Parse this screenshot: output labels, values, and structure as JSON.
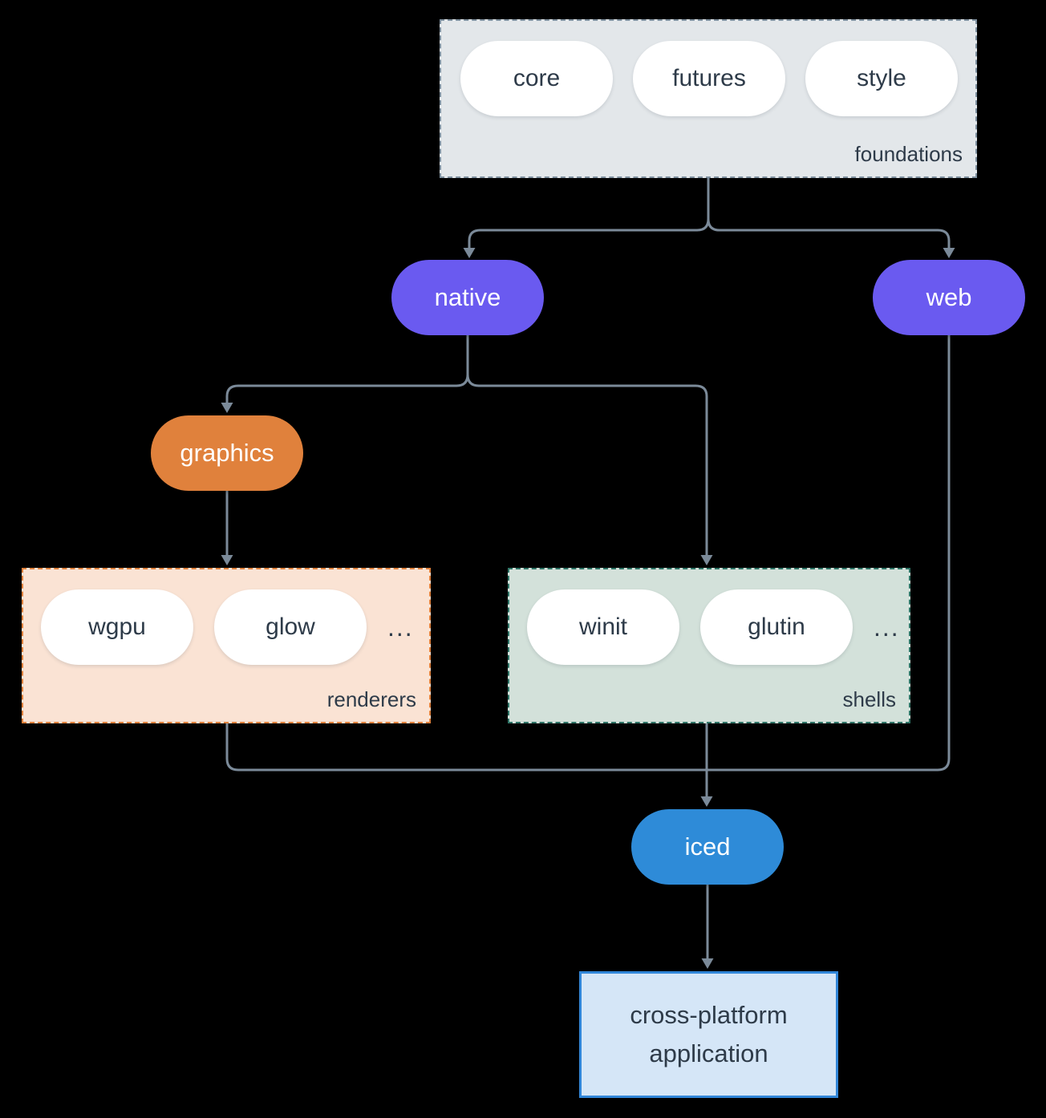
{
  "diagram": {
    "title_implied": "iced ecosystem dependency graph",
    "background_color": "#000000",
    "arrow_color": "#7b8a99",
    "text_dark_color": "#2e3b49",
    "groups": {
      "foundations": {
        "label": "foundations",
        "fill": "#e3e7ea",
        "border_color": "#7e909f",
        "pills": [
          {
            "label": "core"
          },
          {
            "label": "futures"
          },
          {
            "label": "style"
          }
        ]
      },
      "renderers": {
        "label": "renderers",
        "fill": "#fae3d4",
        "border_color": "#e0813c",
        "pills": [
          {
            "label": "wgpu"
          },
          {
            "label": "glow"
          }
        ],
        "ellipsis": "..."
      },
      "shells": {
        "label": "shells",
        "fill": "#d3e1da",
        "border_color": "#2e7466",
        "pills": [
          {
            "label": "winit"
          },
          {
            "label": "glutin"
          }
        ],
        "ellipsis": "..."
      }
    },
    "nodes": {
      "native": {
        "label": "native",
        "fill": "#6a5af0",
        "text_color": "#ffffff"
      },
      "web": {
        "label": "web",
        "fill": "#6a5af0",
        "text_color": "#ffffff"
      },
      "graphics": {
        "label": "graphics",
        "fill": "#e0813c",
        "text_color": "#ffffff"
      },
      "iced": {
        "label": "iced",
        "fill": "#2e8bd8",
        "text_color": "#ffffff"
      },
      "application": {
        "lines": [
          "cross-platform",
          "application"
        ],
        "fill": "#d5e6f7",
        "border_color": "#3186d8",
        "text_color": "#2e3b49"
      }
    },
    "edges": [
      "foundations -> native",
      "foundations -> web",
      "native -> graphics",
      "native -> shells",
      "graphics -> renderers",
      "renderers -> iced",
      "shells -> iced",
      "web -> iced",
      "iced -> application"
    ]
  }
}
